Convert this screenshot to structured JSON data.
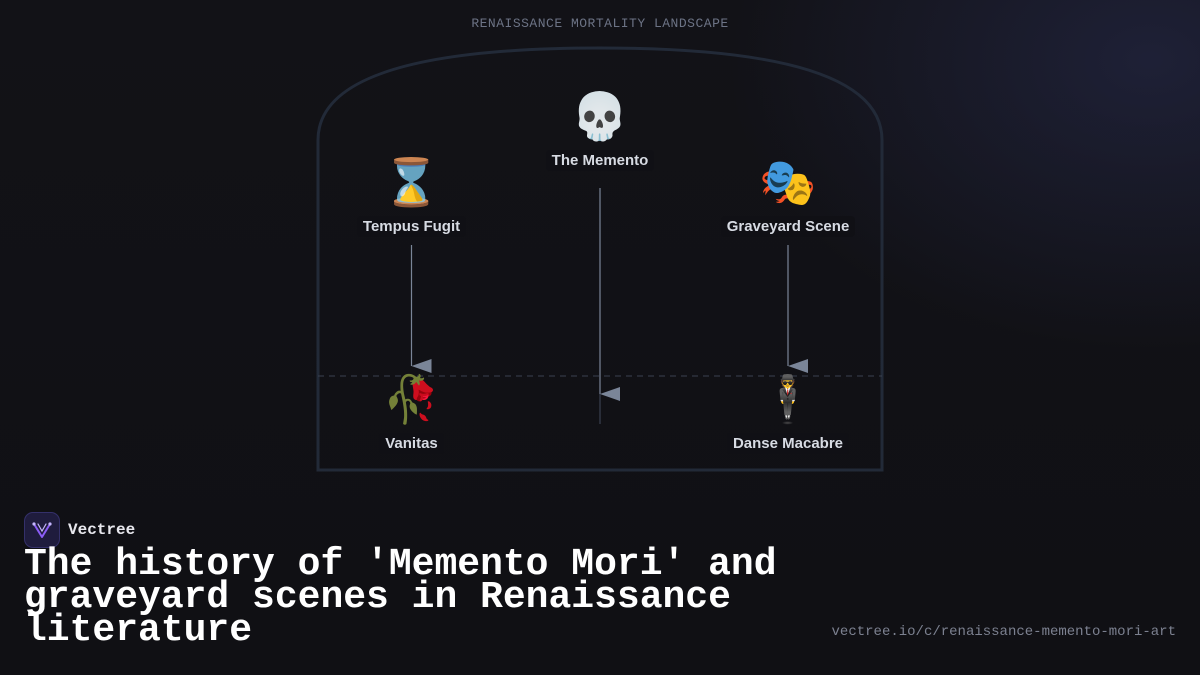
{
  "diagram": {
    "title": "RENAISSANCE MORTALITY LANDSCAPE",
    "nodes": {
      "memento": {
        "label": "The Memento",
        "icon": "skull-icon",
        "glyph": "💀"
      },
      "tempus": {
        "label": "Tempus Fugit",
        "icon": "hourglass-icon",
        "glyph": "⌛"
      },
      "graveyard": {
        "label": "Graveyard Scene",
        "icon": "theater-masks-icon",
        "glyph": "🎭"
      },
      "vanitas": {
        "label": "Vanitas",
        "icon": "wilted-flower-icon",
        "glyph": "🥀"
      },
      "danse": {
        "label": "Danse Macabre",
        "icon": "figure-in-suit-icon",
        "glyph": "🕴"
      }
    },
    "edges": [
      {
        "from": "Tempus Fugit",
        "to": "Vanitas"
      },
      {
        "from": "The Memento",
        "to": "horizon"
      },
      {
        "from": "Graveyard Scene",
        "to": "Danse Macabre"
      }
    ]
  },
  "footer": {
    "brand": "Vectree",
    "brand_icon": "vectree-logo-icon",
    "headline": "The history of 'Memento Mori' and graveyard scenes in Renaissance literature",
    "url": "vectree.io/c/renaissance-memento-mori-art"
  },
  "colors": {
    "background": "#101015",
    "frame": "#222a38",
    "arrow": "#7a8598",
    "label": "#d7dbe3",
    "brand_accent": "#8b5cf6"
  }
}
